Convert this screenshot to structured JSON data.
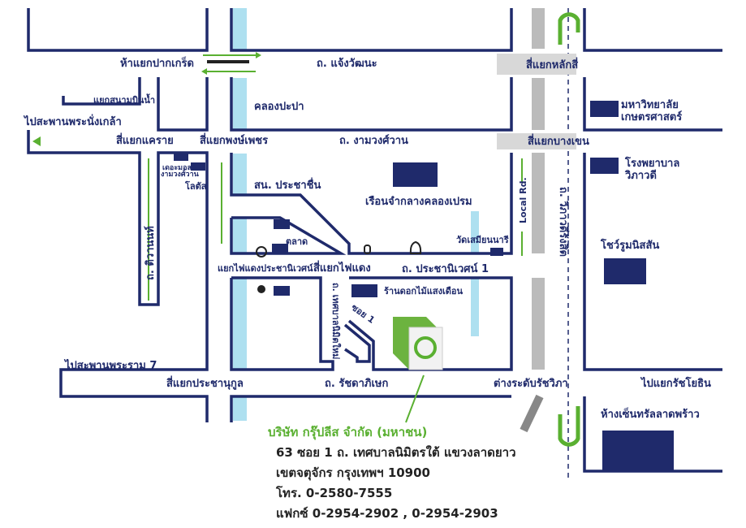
{
  "colors": {
    "road_outline": "#1f2a6b",
    "canal": "#aee0f0",
    "accent_green": "#5ab031",
    "building": "#1f2a6b"
  },
  "labels": {
    "pak_kret": "ห้าแยกปากเกร็ด",
    "chaeng_watthana": "ถ. แจ้งวัฒนะ",
    "lak_si": "สี่แยกหลักสี่",
    "sanam_bin_nam": "แยกสนามบินน้ำ",
    "khlong_prapa": "คลองปะปา",
    "ku_1": "มหาวิทยาลัย",
    "ku_2": "เกษตรศาสตร์",
    "to_nonthaburi_bridge": "ไปสะพานพระนั่งเกล้า",
    "khae_rai": "สี่แยกแคราย",
    "phong_phet": "สี่แยกพงษ์เพชร",
    "ngam_wong_wan": "ถ. งามวงศ์วาน",
    "bang_khen": "สี่แยกบางเขน",
    "hospital_1": "โรงพยาบาล",
    "hospital_2": "วิภาวดี",
    "mall_1": "เดอะมอลล์",
    "mall_2": "งามวงศ์วาน",
    "lotus": "โลตัส",
    "police": "สน. ประชาชื่น",
    "prison": "เรือนจำกลางคลองเปรม",
    "local_rd": "Local Rd.",
    "vibhavadi": "ถ. วิภาวดีรังสิต",
    "tiwanon": "ถ. ติวานนท์",
    "market": "ตลาด",
    "wat": "วัดเสมียนนารี",
    "nissan": "โชว์รูมนิสสัน",
    "prachaniwet_light": "แยกไฟแดงประชานิเวศน์",
    "traffic_light": "สี่แยกไฟแดง",
    "prachaniwet_1": "ถ. ประชานิเวศน์ 1",
    "flower_shop": "ร้านดอกไม้แสงเดือน",
    "thetsaban": "ถ. เทศบาลนิมิตใหม่",
    "soi_1": "ซอย 1",
    "to_rama7": "ไปสะพานพระราม 7",
    "prachanukun": "สี่แยกประชานุกูล",
    "ratchadaphisek": "ถ. รัชดาภิเษก",
    "ratchawipha": "ต่างระดับรัชวิภา",
    "to_ratchayothin": "ไปแยกรัชโยธิน",
    "central": "ห้างเซ็นทรัลลาดพร้าว"
  },
  "address": {
    "company": "บริษัท กรุ๊ปลีส จำกัด (มหาชน)",
    "line1": "63 ซอย 1 ถ. เทศบาลนิมิตรใต้ แขวงลาดยาว",
    "line2": "เขตจตุจักร กรุงเทพฯ 10900",
    "phone": "โทร. 0-2580-7555",
    "fax": "แฟกซ์ 0-2954-2902 , 0-2954-2903"
  }
}
